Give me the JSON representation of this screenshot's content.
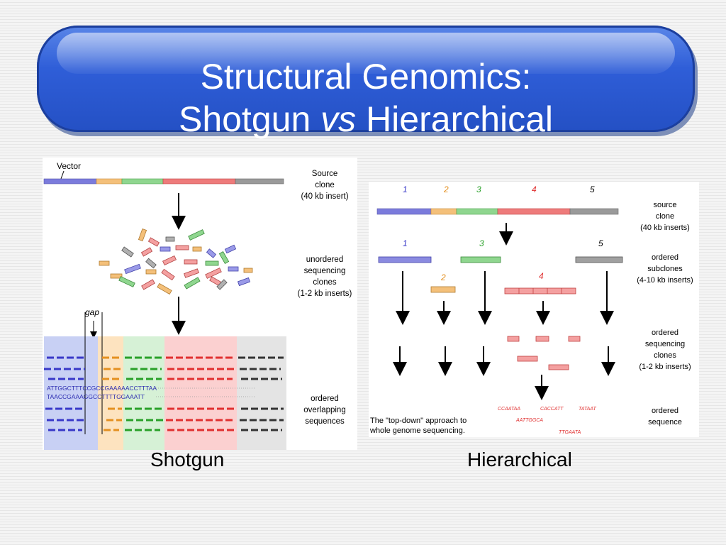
{
  "title": {
    "line1": "Structural Genomics:",
    "line2_a": "Shotgun",
    "line2_vs": "vs",
    "line2_b": "Hierarchical"
  },
  "shotgun": {
    "vector_label": "Vector",
    "gap_label": "gap",
    "label_source": [
      "Source",
      "clone",
      "(40 kb insert)"
    ],
    "label_unordered": [
      "unordered",
      "sequencing",
      "clones",
      "(1-2 kb inserts)"
    ],
    "label_ordered": [
      "ordered",
      "overlapping",
      "sequences"
    ],
    "seq1": "ATTGGCTTTCCGCCGAAAAACCTTTAA",
    "seq2": "TAACCGAAAGGCCTTTTGGAAATT",
    "caption": "Shotgun"
  },
  "hierarchical": {
    "numbers": [
      "1",
      "2",
      "3",
      "4",
      "5"
    ],
    "label_source": [
      "source",
      "clone",
      "(40 kb inserts)"
    ],
    "label_subclones": [
      "ordered",
      "subclones",
      "(4-10 kb inserts)"
    ],
    "label_seqclones": [
      "ordered",
      "sequencing",
      "clones",
      "(1-2 kb inserts)"
    ],
    "label_sequence": [
      "ordered",
      "sequence"
    ],
    "note": [
      "The \"top-down\" approach to",
      "whole genome sequencing."
    ],
    "seq_fragments": [
      "CCAATAA",
      "CACCATT",
      "TATAAT",
      "AATTGGCA",
      "TTGAATA"
    ],
    "caption": "Hierarchical"
  },
  "colors": {
    "blue": "#7b7bdc",
    "orange": "#f4b060",
    "green": "#7ccf7c",
    "red": "#ee6b6b",
    "gray": "#8a8a8a",
    "title_bg": "#2f5ed8"
  }
}
